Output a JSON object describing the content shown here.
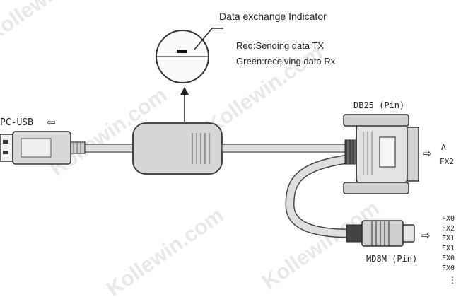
{
  "indicator": {
    "title": "Data exchange Indicator",
    "red_line": "Red:Sending data TX",
    "green_line": "Green:receiving data Rx"
  },
  "usb": {
    "label": "PC-USB",
    "arrow": "⇦"
  },
  "db25": {
    "label": "DB25 (Pin)",
    "arrow": "⇨",
    "targets": [
      "A",
      "FX2"
    ]
  },
  "md8m": {
    "label": "MD8M (Pin)",
    "arrow": "⇨",
    "targets": [
      "FX0",
      "FX2",
      "FX1",
      "FX1",
      "FX0",
      "FX0",
      "⋮"
    ]
  },
  "watermark": "Kollewin.com"
}
